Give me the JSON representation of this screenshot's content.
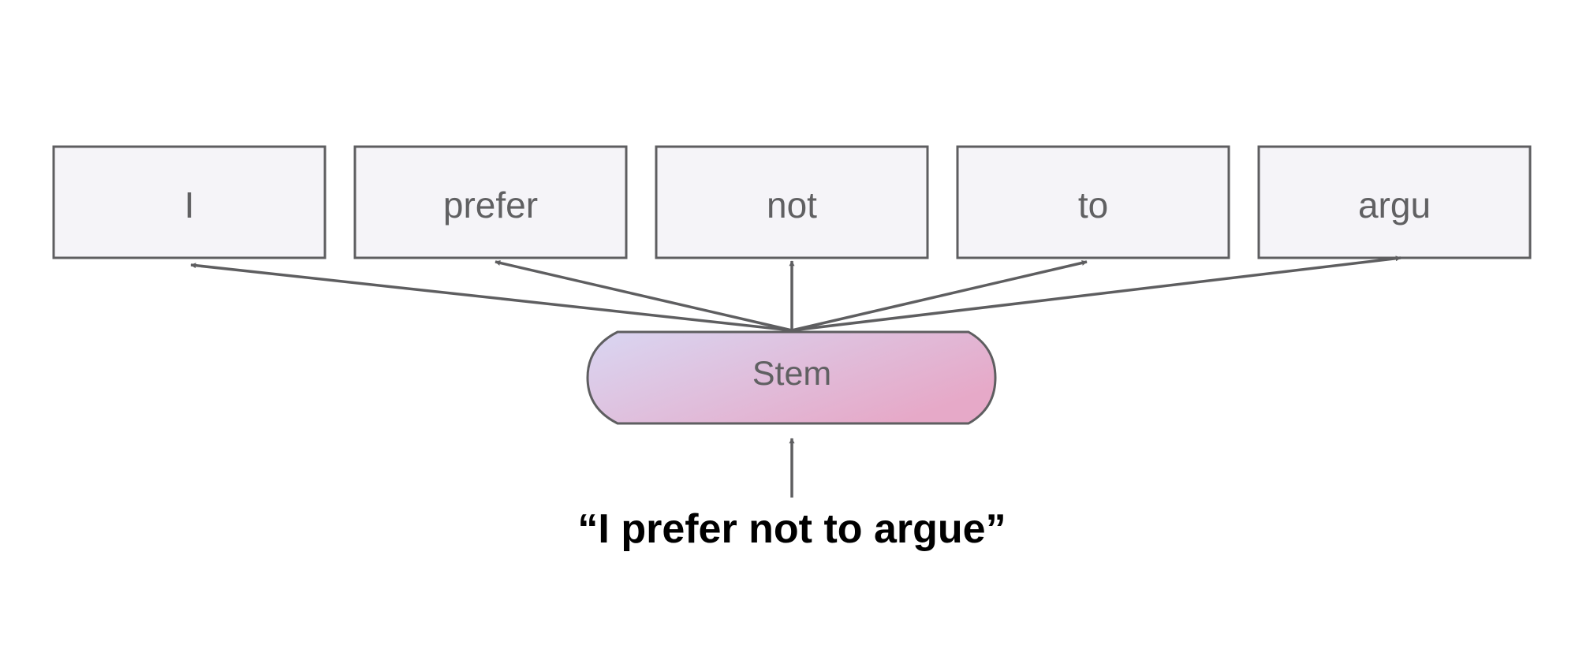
{
  "tokens": [
    {
      "label": "I"
    },
    {
      "label": "prefer"
    },
    {
      "label": "not"
    },
    {
      "label": "to"
    },
    {
      "label": "argu"
    }
  ],
  "stem": {
    "label": "Stem",
    "gradient": [
      "#d9d6f2",
      "#e6a9c8"
    ]
  },
  "input": {
    "text": "“I prefer not to argue”"
  },
  "colors": {
    "stroke": "#5e5e60",
    "box_fill": "#f5f4f8",
    "text": "#606062"
  }
}
